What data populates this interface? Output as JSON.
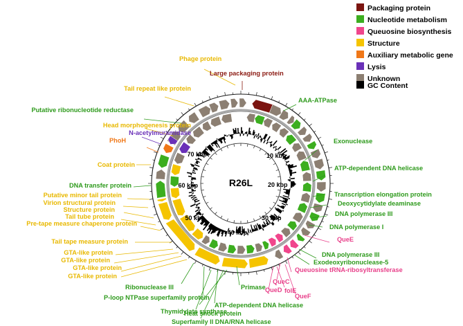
{
  "genome": {
    "name": "R26L",
    "ticks": [
      "10 kbp",
      "20 kbp",
      "30 kbp",
      "40 kbp",
      "50 kbp",
      "60 kbp",
      "70 kbp"
    ]
  },
  "legend": [
    {
      "label": "Packaging protein",
      "color": "#7b1410"
    },
    {
      "label": "Nucleotide metabolism",
      "color": "#3cae1f"
    },
    {
      "label": "Queuosine biosynthesis",
      "color": "#f0468c"
    },
    {
      "label": "Structure",
      "color": "#f5c400"
    },
    {
      "label": "Auxiliary metabolic gene",
      "color": "#f07818"
    },
    {
      "label": "Lysis",
      "color": "#6a30b8"
    },
    {
      "label": "Unknown",
      "color": "#8c7f72"
    },
    {
      "label": "GC Content",
      "color": "#000000"
    }
  ],
  "colors": {
    "packaging": "#7b1410",
    "nucleotide": "#3cae1f",
    "queuosine": "#f0468c",
    "structure": "#f5c400",
    "auxiliary": "#f07818",
    "lysis": "#6a30b8",
    "unknown": "#8c7f72",
    "label_packaging": "#8b1a12",
    "label_nucleotide": "#2e9a1c",
    "label_queuosine": "#e8408a",
    "label_structure": "#e8b800",
    "label_auxiliary": "#f07818",
    "label_lysis": "#6a30b8"
  },
  "labels": [
    {
      "text": "Phage protein",
      "cat": "structure"
    },
    {
      "text": "Large packaging protein",
      "cat": "packaging"
    },
    {
      "text": "Tail repeat like protein",
      "cat": "structure"
    },
    {
      "text": "AAA-ATPase",
      "cat": "nucleotide"
    },
    {
      "text": "Putative ribonucleotide reductase",
      "cat": "nucleotide"
    },
    {
      "text": "Head morphogenesis protein",
      "cat": "structure"
    },
    {
      "text": "N-acetylmuramidase",
      "cat": "lysis"
    },
    {
      "text": "PhoH",
      "cat": "auxiliary"
    },
    {
      "text": "Exonuclease",
      "cat": "nucleotide"
    },
    {
      "text": "Coat protein",
      "cat": "structure"
    },
    {
      "text": "ATP-dependent DNA helicase",
      "cat": "nucleotide"
    },
    {
      "text": "DNA transfer protein",
      "cat": "nucleotide"
    },
    {
      "text": "Transcription elongation protein",
      "cat": "nucleotide"
    },
    {
      "text": "Putative minor tail protein",
      "cat": "structure"
    },
    {
      "text": "Virion structural protein",
      "cat": "structure"
    },
    {
      "text": "Deoxycytidylate deaminase",
      "cat": "nucleotide"
    },
    {
      "text": "Structure protein",
      "cat": "structure"
    },
    {
      "text": "DNA polymerase III",
      "cat": "nucleotide"
    },
    {
      "text": "Tail tube protein",
      "cat": "structure"
    },
    {
      "text": "Pre-tape measure chaperone protein",
      "cat": "structure"
    },
    {
      "text": "DNA polymerase I",
      "cat": "nucleotide"
    },
    {
      "text": "Tail tape measure protein",
      "cat": "structure"
    },
    {
      "text": "QueE",
      "cat": "queuosine"
    },
    {
      "text": "GTA-like protein",
      "cat": "structure"
    },
    {
      "text": "GTA-like protein",
      "cat": "structure"
    },
    {
      "text": "DNA polymerase III",
      "cat": "nucleotide"
    },
    {
      "text": "GTA-like protein",
      "cat": "structure"
    },
    {
      "text": "Exodeoxyribonuclease-5",
      "cat": "nucleotide"
    },
    {
      "text": "GTA-like protein",
      "cat": "structure"
    },
    {
      "text": "Queuosine tRNA-ribosyltransferase",
      "cat": "queuosine"
    },
    {
      "text": "Ribonuclease III",
      "cat": "nucleotide"
    },
    {
      "text": "QueC",
      "cat": "queuosine"
    },
    {
      "text": "P-loop NTPase superfamily protein",
      "cat": "nucleotide"
    },
    {
      "text": "QueD",
      "cat": "queuosine"
    },
    {
      "text": "folE",
      "cat": "queuosine"
    },
    {
      "text": "QueF",
      "cat": "queuosine"
    },
    {
      "text": "Primase",
      "cat": "nucleotide"
    },
    {
      "text": "ATP-dependent DNA helicase",
      "cat": "nucleotide"
    },
    {
      "text": "Thymidylate synthase",
      "cat": "nucleotide"
    },
    {
      "text": "Heat shock protein",
      "cat": "nucleotide"
    },
    {
      "text": "Superfamily II DNA/RNA helicase",
      "cat": "nucleotide"
    }
  ]
}
